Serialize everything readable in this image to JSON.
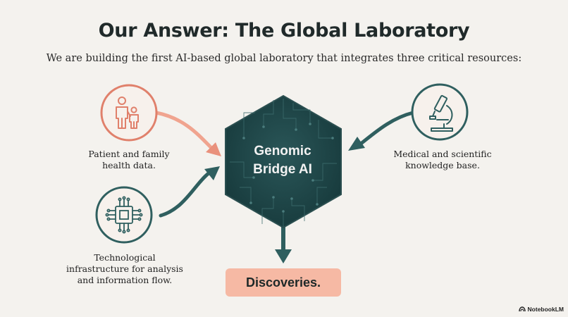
{
  "title": "Our Answer: The Global Laboratory",
  "subtitle": "We are building the first AI-based global laboratory that integrates three critical resources:",
  "center": {
    "line1": "Genomic",
    "line2": "Bridge AI"
  },
  "inputs": {
    "patient": {
      "line1": "Patient and family",
      "line2": "health data.",
      "icon": "family-icon"
    },
    "medical": {
      "line1": "Medical and scientific",
      "line2": "knowledge base.",
      "icon": "microscope-icon"
    },
    "tech": {
      "line1": "Technological",
      "line2": "infrastructure for analysis",
      "line3": "and information flow.",
      "icon": "chip-icon"
    }
  },
  "output": "Discoveries.",
  "brand": "NotebookLM",
  "colors": {
    "background": "#f4f2ee",
    "hexagon": "#1e4547",
    "salmon": "#e9917c",
    "teal": "#2f5f5f",
    "discoveries_box": "#f6b9a4"
  }
}
